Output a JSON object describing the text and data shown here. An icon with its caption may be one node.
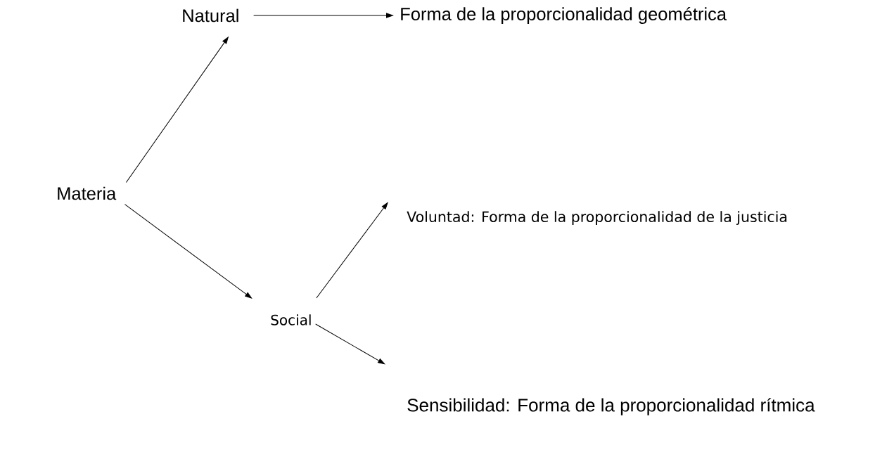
{
  "diagram": {
    "nodes": [
      {
        "text": [
          "Materia"
        ]
      },
      {
        "text": [
          "Natural"
        ]
      },
      {
        "text": [
          "Forma de la proporcionalidad geométrica"
        ]
      },
      {
        "text": [
          "Social"
        ]
      },
      {
        "text": [
          "Voluntad: Forma de la proporcionalidad de la justicia"
        ]
      },
      {
        "text": [
          "Sensibilidad: Forma de la proporcionalidad rítmica"
        ]
      }
    ],
    "edges": [
      {
        "from": 0,
        "to": 1,
        "arrow": "to"
      },
      {
        "from": 1,
        "to": 2,
        "arrow": "to"
      },
      {
        "from": 0,
        "to": 3,
        "arrow": "to"
      },
      {
        "from": 3,
        "to": 4,
        "arrow": "to"
      },
      {
        "from": 3,
        "to": 5,
        "arrow": "to"
      }
    ]
  }
}
